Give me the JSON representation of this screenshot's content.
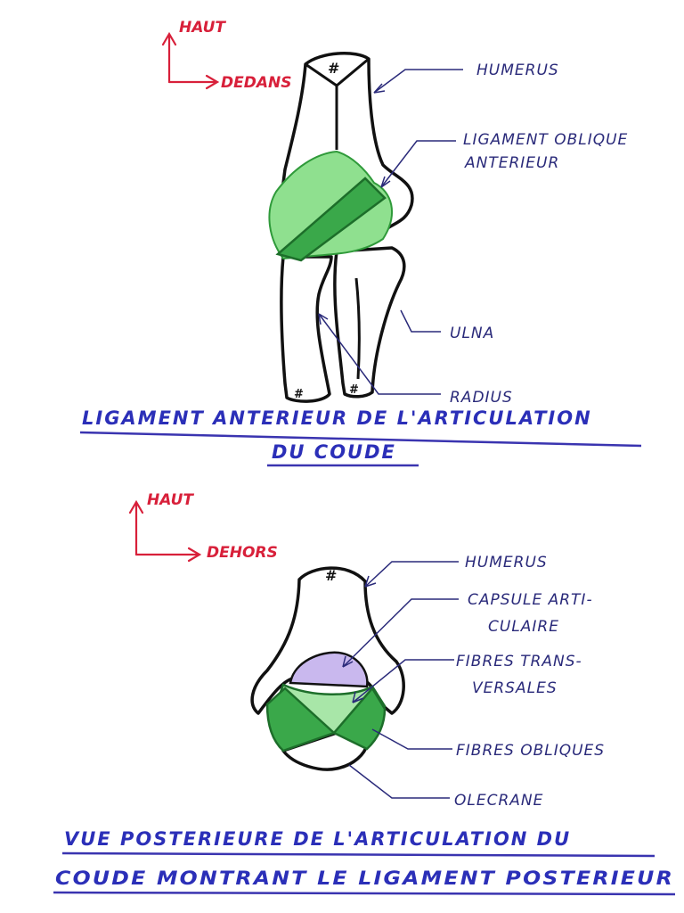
{
  "colors": {
    "bone_outline": "#111111",
    "ligament_light": "#8fe08f",
    "ligament_dark": "#3aa84a",
    "capsule": "#c9b8ee",
    "label": "#2a2a7a",
    "direction": "#d8203a",
    "title": "#2b2fb8"
  },
  "top_view": {
    "direction": {
      "up": "HAUT",
      "side": "DEDANS"
    },
    "labels": {
      "humerus": "HUMERUS",
      "ligament_line1": "LIGAMENT OBLIQUE",
      "ligament_line2": "ANTERIEUR",
      "ulna": "ULNA",
      "radius": "RADIUS"
    },
    "caption": {
      "line1": "LIGAMENT ANTERIEUR DE L'ARTICULATION",
      "line2": "DU COUDE"
    }
  },
  "bottom_view": {
    "direction": {
      "up": "HAUT",
      "side": "DEHORS"
    },
    "labels": {
      "humerus": "HUMERUS",
      "capsule_line1": "CAPSULE ARTI-",
      "capsule_line2": "CULAIRE",
      "transverse_line1": "FIBRES TRANS-",
      "transverse_line2": "VERSALES",
      "oblique": "FIBRES OBLIQUES",
      "olecrane": "OLECRANE"
    },
    "caption": {
      "line1": "VUE POSTERIEURE DE L'ARTICULATION DU",
      "line2": "COUDE MONTRANT LE LIGAMENT POSTERIEUR"
    }
  }
}
